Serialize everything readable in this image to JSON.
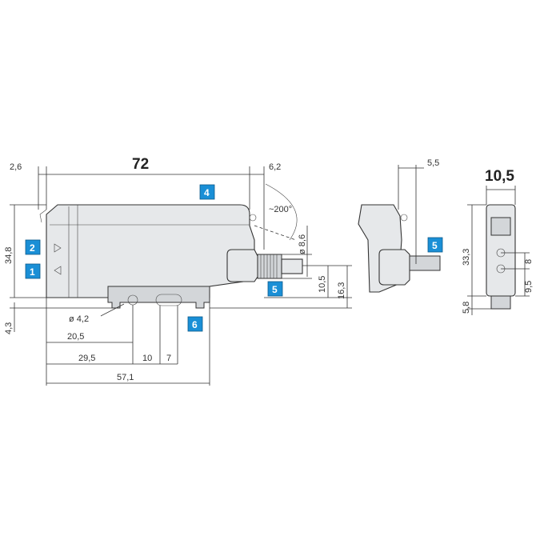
{
  "dimensions": {
    "length_total": "72",
    "front_offset": "2,6",
    "rear_offset": "6,2",
    "rotation": "~200°",
    "connector_dia": "ø 8,6",
    "h_10_5": "10,5",
    "h_16_3": "16,3",
    "height_34_8": "34,8",
    "base_4_3": "4,3",
    "hole_dia": "ø 4,2",
    "d_20_5": "20,5",
    "d_29_5": "29,5",
    "d_10": "10",
    "d_7": "7",
    "d_57_1": "57,1",
    "side_5_5": "5,5",
    "width_10_5": "10,5",
    "h_33_3": "33,3",
    "h_8": "8",
    "h_9_5": "9,5",
    "h_5_8": "5,8"
  },
  "callouts": {
    "c1": "1",
    "c2": "2",
    "c4": "4",
    "c5a": "5",
    "c5b": "5",
    "c6": "6"
  },
  "colors": {
    "callout_fill": "#1a8fd6",
    "housing": "#e6e8ea"
  }
}
